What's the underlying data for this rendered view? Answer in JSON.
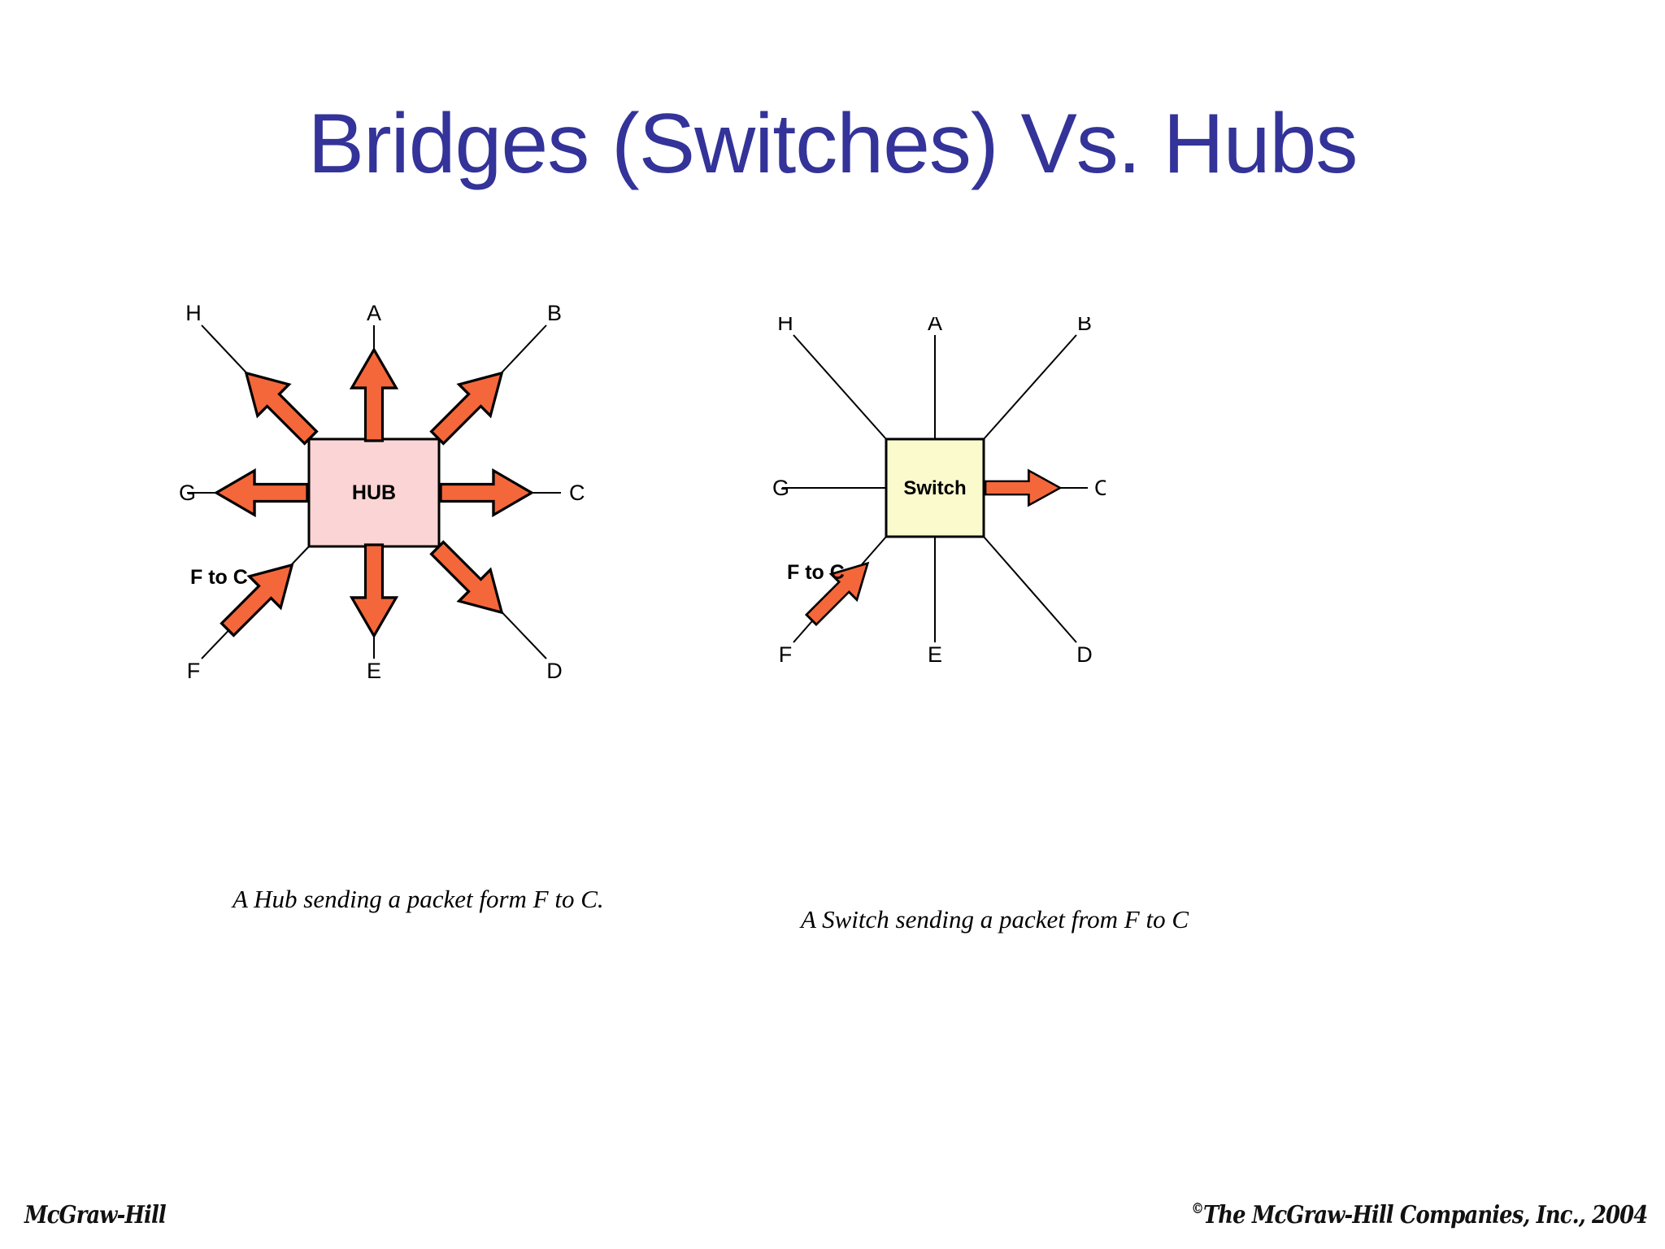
{
  "slide": {
    "title": "Bridges (Switches) Vs. Hubs",
    "title_color": "#333399",
    "background_color": "#ffffff"
  },
  "palette": {
    "arrow_fill": "#F4673A",
    "arrow_stroke": "#000000",
    "hub_fill": "#FBD5D5",
    "switch_fill": "#FAFACD",
    "line": "#000000",
    "text": "#000000"
  },
  "hub_diagram": {
    "box_label": "HUB",
    "packet_label": "F to C",
    "caption": "A Hub sending a packet form F to C.",
    "port_labels": {
      "a": "A",
      "b": "B",
      "c": "C",
      "d": "D",
      "e": "E",
      "f": "F",
      "g": "G",
      "h": "H"
    },
    "arrow_ports": [
      "A",
      "B",
      "C",
      "D",
      "E",
      "G",
      "H"
    ],
    "incoming_port": "F"
  },
  "switch_diagram": {
    "box_label": "Switch",
    "packet_label": "F to C",
    "caption": "A Switch sending a packet from F to C",
    "port_labels": {
      "a": "A",
      "b": "B",
      "c": "C",
      "d": "D",
      "e": "E",
      "f": "F",
      "g": "G",
      "h": "H"
    },
    "arrow_ports": [
      "C"
    ],
    "incoming_port": "F"
  },
  "footer": {
    "left": "McGraw-Hill",
    "copyright_mark": "©",
    "right": "The McGraw-Hill Companies, Inc., 2004"
  }
}
